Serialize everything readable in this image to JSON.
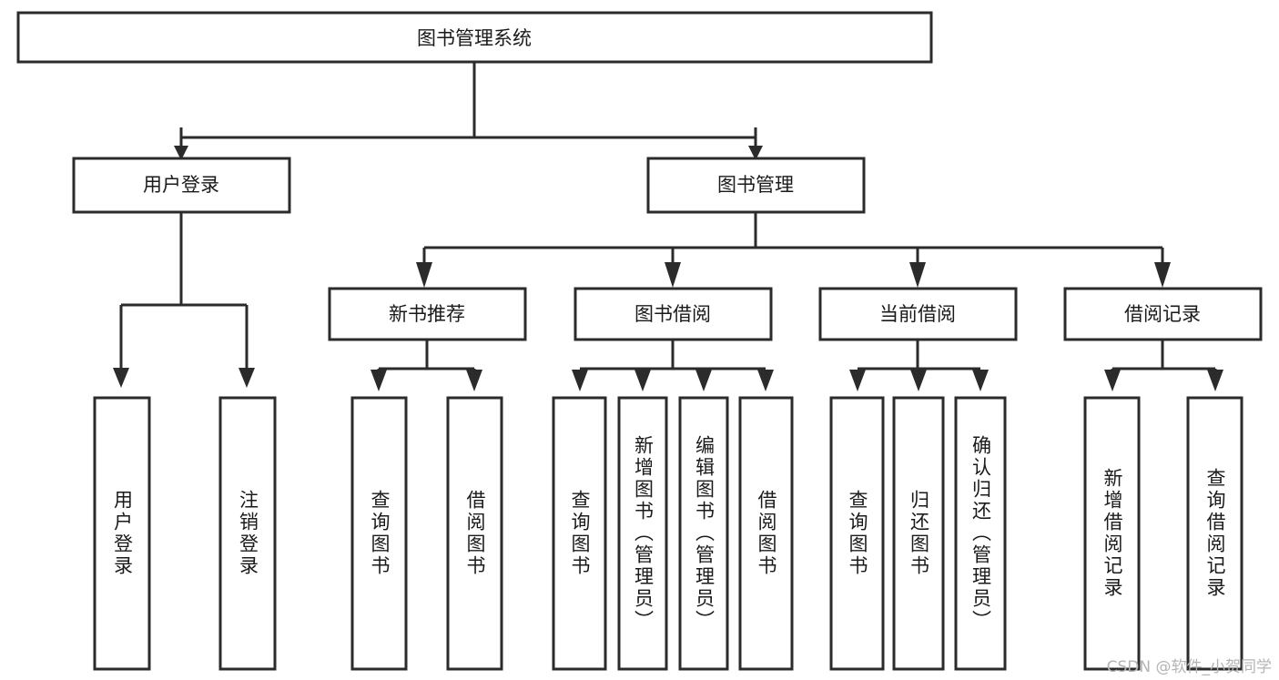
{
  "diagram": {
    "title_node": {
      "id": "root",
      "label": "图书管理系统",
      "orientation": "horizontal"
    },
    "level2": [
      {
        "id": "user-login",
        "label": "用户登录",
        "orientation": "horizontal"
      },
      {
        "id": "book-manage",
        "label": "图书管理",
        "orientation": "horizontal"
      }
    ],
    "level3": [
      {
        "id": "new-book-rec",
        "label": "新书推荐",
        "orientation": "horizontal",
        "parent": "book-manage"
      },
      {
        "id": "book-borrow",
        "label": "图书借阅",
        "orientation": "horizontal",
        "parent": "book-manage"
      },
      {
        "id": "current-borrow",
        "label": "当前借阅",
        "orientation": "horizontal",
        "parent": "book-manage"
      },
      {
        "id": "borrow-record",
        "label": "借阅记录",
        "orientation": "horizontal",
        "parent": "book-manage"
      }
    ],
    "leaves": [
      {
        "id": "leaf-user-login",
        "label": "用户登录",
        "orientation": "vertical",
        "parent": "user-login"
      },
      {
        "id": "leaf-logout",
        "label": "注销登录",
        "orientation": "vertical",
        "parent": "user-login"
      },
      {
        "id": "leaf-query-book-1",
        "label": "查询图书",
        "orientation": "vertical",
        "parent": "new-book-rec"
      },
      {
        "id": "leaf-borrow-book-1",
        "label": "借阅图书",
        "orientation": "vertical",
        "parent": "new-book-rec"
      },
      {
        "id": "leaf-query-book-2",
        "label": "查询图书",
        "orientation": "vertical",
        "parent": "book-borrow"
      },
      {
        "id": "leaf-add-book",
        "label": "新增图书（管理员）",
        "orientation": "vertical",
        "parent": "book-borrow"
      },
      {
        "id": "leaf-edit-book",
        "label": "编辑图书（管理员）",
        "orientation": "vertical",
        "parent": "book-borrow"
      },
      {
        "id": "leaf-borrow-book-2",
        "label": "借阅图书",
        "orientation": "vertical",
        "parent": "book-borrow"
      },
      {
        "id": "leaf-query-book-3",
        "label": "查询图书",
        "orientation": "vertical",
        "parent": "current-borrow"
      },
      {
        "id": "leaf-return-book",
        "label": "归还图书",
        "orientation": "vertical",
        "parent": "current-borrow"
      },
      {
        "id": "leaf-confirm-return",
        "label": "确认归还（管理员）",
        "orientation": "vertical",
        "parent": "current-borrow"
      },
      {
        "id": "leaf-add-record",
        "label": "新增借阅记录",
        "orientation": "vertical",
        "parent": "borrow-record"
      },
      {
        "id": "leaf-query-record",
        "label": "查询借阅记录",
        "orientation": "vertical",
        "parent": "borrow-record"
      }
    ],
    "watermark": "CSDN @软件_小贺同学",
    "colors": {
      "box_stroke": "#2b2b2b",
      "box_fill": "#ffffff",
      "text": "#1a1a1a",
      "background": "#ffffff",
      "watermark": "#b4b4b4"
    }
  }
}
